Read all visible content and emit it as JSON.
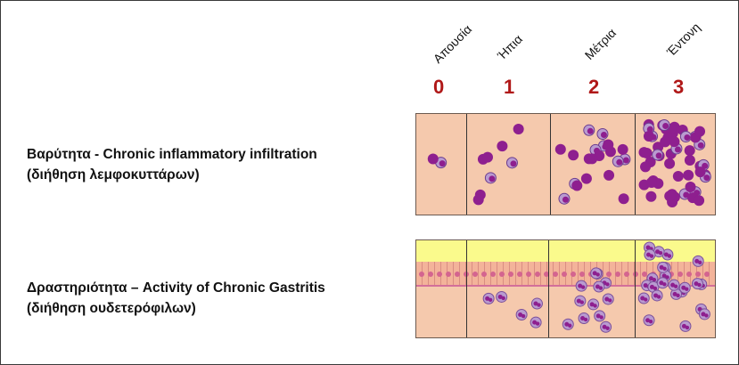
{
  "grades": [
    {
      "name": "Απουσία",
      "number": "0"
    },
    {
      "name": "Ήπια",
      "number": "1"
    },
    {
      "name": "Μέτρια",
      "number": "2"
    },
    {
      "name": "Έντονη",
      "number": "3"
    }
  ],
  "rows": [
    {
      "label_line1": "Βαρύτητα - Chronic inflammatory infiltration",
      "label_line2": "(διήθηση λεμφοκυττάρων)"
    },
    {
      "label_line1": "Δραστηριότητα – Activity of Chronic Gastritis",
      "label_line2": "(διήθηση ουδετερόφιλων)"
    }
  ],
  "colors": {
    "grade_number": "#b01818",
    "panel_background": "#f5c9ad",
    "lymphocyte": "#8e1f8f",
    "neutrophil": "#b99bd0",
    "surface_band": "#fafa8c"
  },
  "density": {
    "lymphocytes_per_grade": [
      2,
      8,
      20,
      55
    ],
    "neutrophils_per_grade": [
      0,
      5,
      12,
      24
    ]
  }
}
